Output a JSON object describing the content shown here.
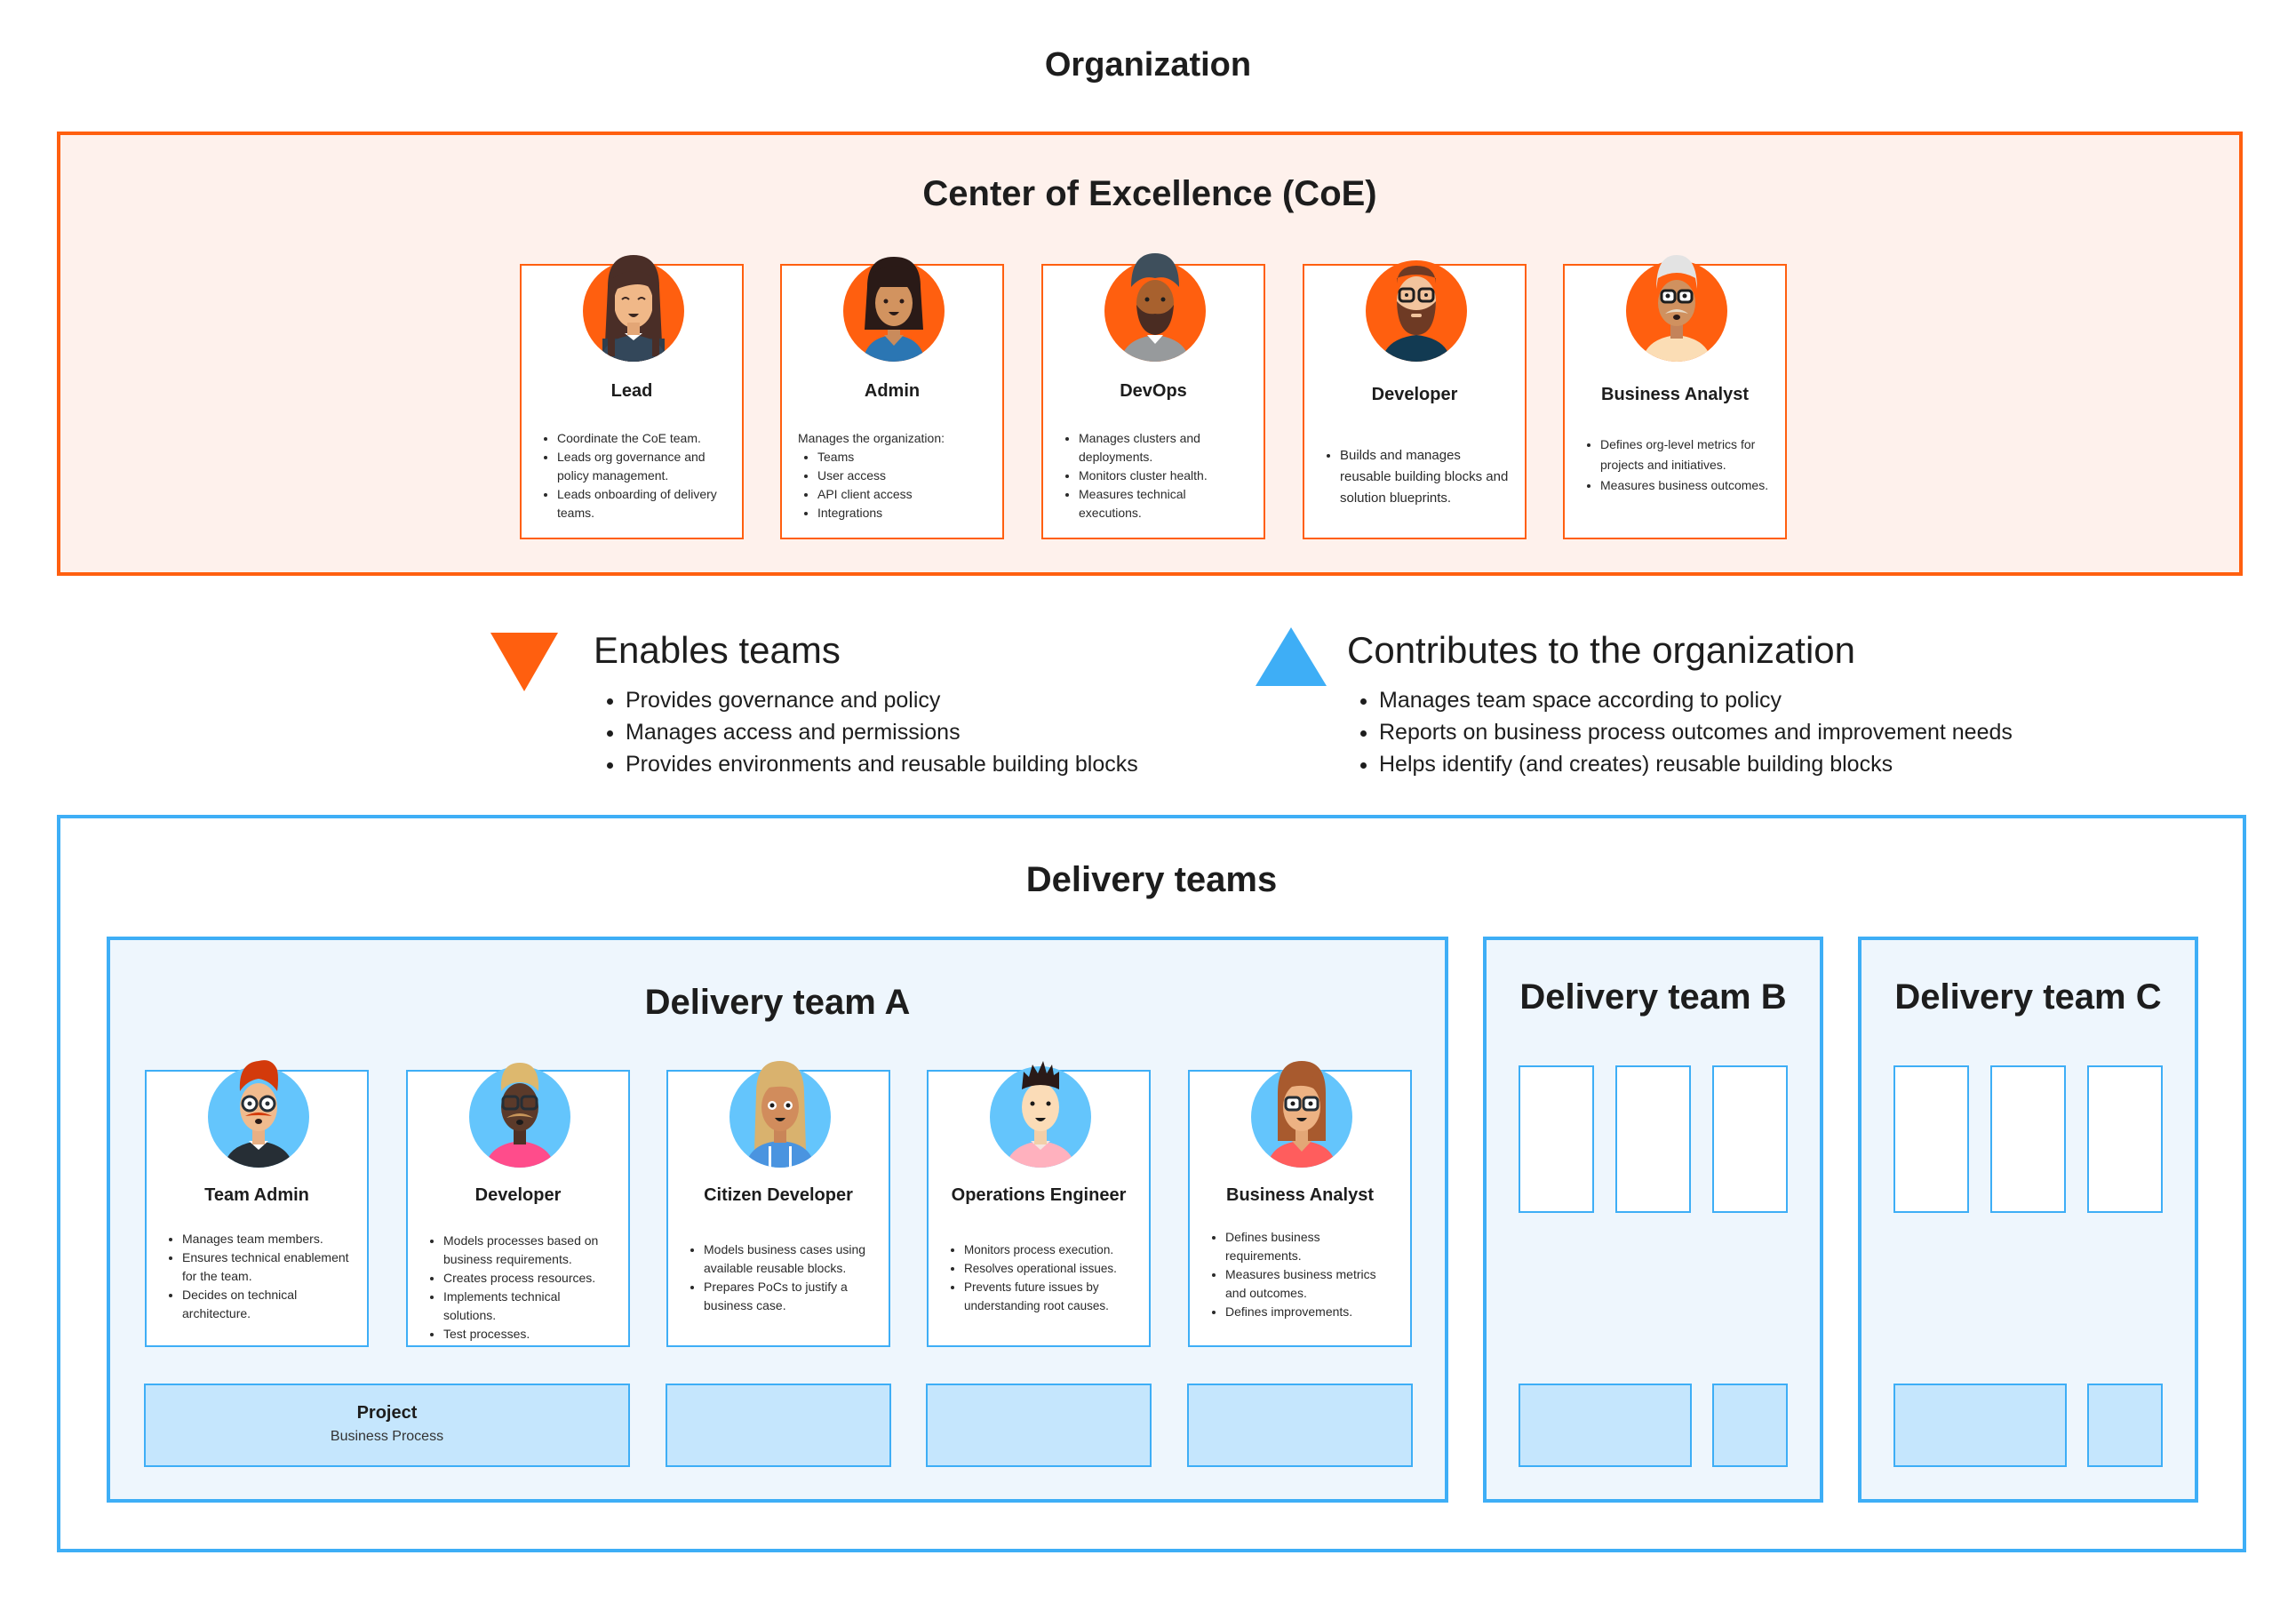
{
  "page": {
    "title": "Organization"
  },
  "colors": {
    "coe_accent": "#FF5F0F",
    "coe_background": "#FEF1EC",
    "delivery_accent": "#3EAEF6",
    "delivery_background": "#EEF6FD",
    "project_fill": "#C5E6FD"
  },
  "coe": {
    "title": "Center of Excellence (CoE)",
    "roles": [
      {
        "title": "Lead",
        "avatar": "woman-long-brown-hair-avatar",
        "intro": "",
        "bullets": [
          "Coordinate the CoE team.",
          "Leads org governance and policy management.",
          "Leads onboarding of delivery teams."
        ]
      },
      {
        "title": "Admin",
        "avatar": "woman-black-bob-hair-avatar",
        "intro": "Manages the organization:",
        "bullets": [
          "Teams",
          "User access",
          "API client access",
          "Integrations"
        ]
      },
      {
        "title": "DevOps",
        "avatar": "man-turban-beard-avatar",
        "intro": "",
        "bullets": [
          "Manages clusters and deployments.",
          "Monitors cluster health.",
          "Measures technical executions."
        ]
      },
      {
        "title": "Developer",
        "avatar": "man-beard-glasses-avatar",
        "intro": "",
        "bullets": [
          "Builds and manages reusable building blocks and solution blueprints."
        ]
      },
      {
        "title": "Business Analyst",
        "avatar": "man-gray-hair-glasses-mustache-avatar",
        "intro": "",
        "bullets": [
          "Defines org-level metrics for projects and initiatives.",
          "Measures business outcomes."
        ]
      }
    ]
  },
  "flows": {
    "enables": {
      "icon": "triangle-down-icon",
      "heading": "Enables teams",
      "bullets": [
        "Provides governance and policy",
        "Manages access and permissions",
        "Provides environments and reusable building blocks"
      ]
    },
    "contributes": {
      "icon": "triangle-up-icon",
      "heading": "Contributes to the organization",
      "bullets": [
        "Manages team space according to policy",
        "Reports on business process outcomes and improvement needs",
        "Helps identify (and creates) reusable building blocks"
      ]
    }
  },
  "delivery": {
    "title": "Delivery teams",
    "team_a": {
      "title": "Delivery team A",
      "roles": [
        {
          "title": "Team Admin",
          "avatar": "man-red-hair-glasses-mustache-avatar",
          "bullets": [
            "Manages team members.",
            "Ensures technical enablement for the team.",
            "Decides on technical architecture."
          ]
        },
        {
          "title": "Developer",
          "avatar": "man-blond-hair-glasses-avatar",
          "bullets": [
            "Models processes based on business requirements.",
            "Creates process resources.",
            "Implements technical solutions.",
            "Test processes."
          ]
        },
        {
          "title": "Citizen Developer",
          "avatar": "woman-blond-hair-hoodie-avatar",
          "bullets": [
            "Models business cases using available reusable blocks.",
            "Prepares PoCs to justify a business case."
          ]
        },
        {
          "title": "Operations Engineer",
          "avatar": "man-spiky-black-hair-avatar",
          "bullets": [
            "Monitors process execution.",
            "Resolves operational issues.",
            "Prevents future issues by understanding root causes."
          ]
        },
        {
          "title": "Business Analyst",
          "avatar": "woman-auburn-hair-glasses-avatar",
          "bullets": [
            "Defines business requirements.",
            "Measures business metrics and outcomes.",
            "Defines improvements."
          ]
        }
      ],
      "project": {
        "title": "Project",
        "subtitle": "Business Process"
      }
    },
    "team_b": {
      "title": "Delivery team B"
    },
    "team_c": {
      "title": "Delivery team C"
    }
  }
}
